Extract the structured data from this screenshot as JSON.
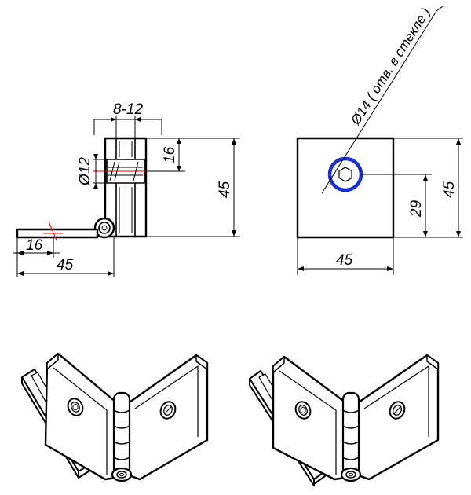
{
  "side_view": {
    "dim_gap": "8-12",
    "dim_depth": "16",
    "dim_diameter": "Ø12",
    "dim_height": "45",
    "dim_leaf_offset": "16",
    "dim_leaf_length": "45"
  },
  "front_view": {
    "hole_callout": "Ø14 ( отв. в стекле )",
    "dim_height": "45",
    "dim_hole_height": "29",
    "dim_width": "45"
  },
  "colors": {
    "lines": "#000000",
    "hole_circle": "#1a2fd0",
    "center_lines": "#e00000"
  },
  "icons": [
    "hinge-isometric-left",
    "hinge-isometric-right"
  ]
}
